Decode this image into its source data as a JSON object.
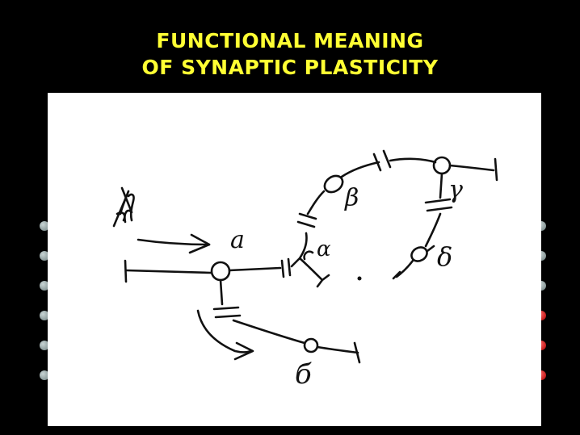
{
  "title": {
    "line1": "FUNCTIONAL MEANING",
    "line2": "OF SYNAPTIC PLASTICITY"
  },
  "colors": {
    "background": "#000000",
    "title": "#ffff33",
    "panel": "#ffffff",
    "ink": "#111111",
    "bullet_gray": "#8a9a9a",
    "bullet_red": "#cc1111"
  },
  "diagram": {
    "neuron_labels": {
      "a": "a",
      "b": "б",
      "alpha": "α",
      "beta": "β",
      "gamma": "γ",
      "delta": "δ"
    }
  }
}
